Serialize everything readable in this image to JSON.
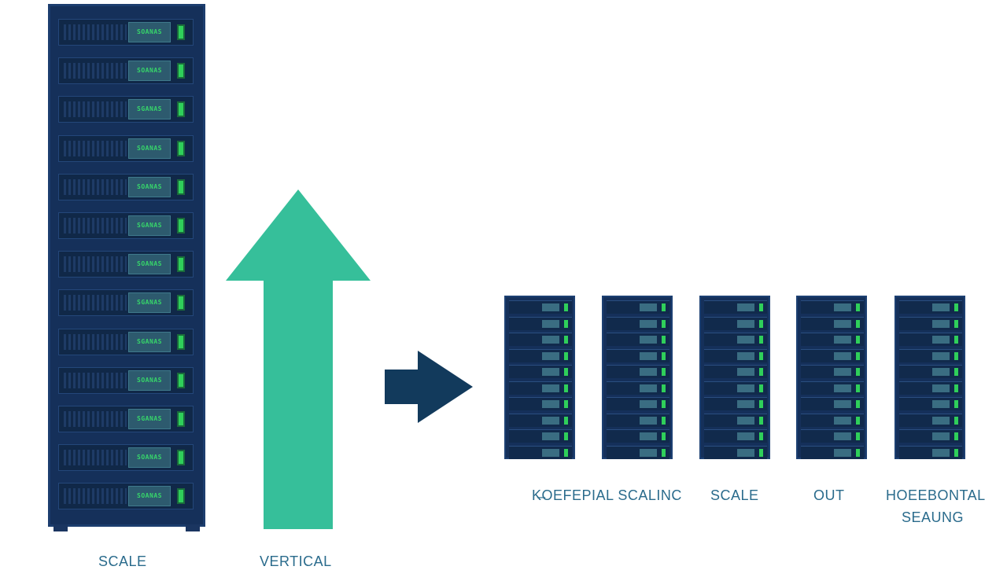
{
  "diagram": {
    "labels": {
      "scale": "SCALE",
      "vertical": "VERTICAL",
      "horizontal_scaling_garbled": "K̶OEFEPIAL SCALINC",
      "scale_right": "SCALE",
      "out": "OUT",
      "horizontal_line1": "HOEEBONTAL",
      "horizontal_line2": "SEAUNG"
    },
    "big_rack_panel_text": [
      "SOANAS",
      "SOANAS",
      "SGANAS",
      "SOANAS",
      "SOANAS",
      "SGANAS",
      "SOANAS",
      "SGANAS",
      "SGANAS",
      "SOANAS",
      "SGANAS",
      "SOANAS",
      "SOANAS"
    ],
    "colors": {
      "rack_body": "#15305a",
      "rack_panel": "#2d5a6e",
      "led_green": "#2fcf5a",
      "up_arrow": "#36bf9a",
      "right_arrow": "#123a5c",
      "label_text": "#2a6b8c"
    },
    "icons": {
      "up_arrow": "arrow-up-icon",
      "right_arrow": "arrow-right-icon",
      "server_rack": "server-rack-icon"
    }
  }
}
